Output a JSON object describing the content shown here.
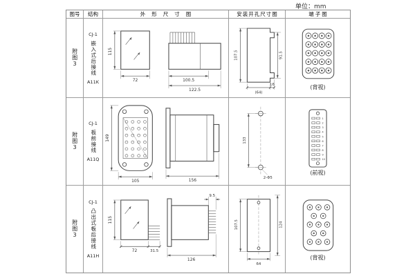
{
  "page": {
    "unit": "单位：mm"
  },
  "headers": {
    "fig_no": "图号",
    "structure": "结构",
    "outline": "外形尺寸图",
    "mounting": "安装开孔尺寸图",
    "terminal": "端子图"
  },
  "rows": [
    {
      "fig_no": "附图3",
      "model": "CJ-1",
      "structure": "嵌入式后接线",
      "code": "A11K",
      "outline": {
        "height": "115",
        "width": "72",
        "inner_depth": "100.5",
        "total_depth": "122.5"
      },
      "mounting": {
        "cutout_height": "107.5",
        "inner_height": "91.5",
        "tab": "16",
        "width": "(64)"
      },
      "terminal": {
        "view": "(背视)"
      }
    },
    {
      "fig_no": "附图3",
      "model": "CJ-1",
      "structure": "板前接线",
      "code": "A11Q",
      "outline": {
        "height": "149",
        "width": "105",
        "depth": "156"
      },
      "mounting": {
        "hole_spacing": "133",
        "holes": "2-Φ5"
      },
      "terminal": {
        "view": "(前视)",
        "numbers": [
          "1",
          "2",
          "3",
          "4",
          "5",
          "6",
          "7",
          "8",
          "9",
          "10"
        ]
      }
    },
    {
      "fig_no": "附图3",
      "model": "CJ-1",
      "structure": "凸出式板后接线",
      "code": "A11H",
      "outline": {
        "height": "115",
        "width": "72",
        "step": "31.5",
        "pin_depth": "9.5",
        "depth": "126"
      },
      "mounting": {
        "cutout_height": "107.5",
        "overall_height": "124",
        "width": "64"
      },
      "terminal": {
        "view": "(背视)"
      }
    }
  ]
}
